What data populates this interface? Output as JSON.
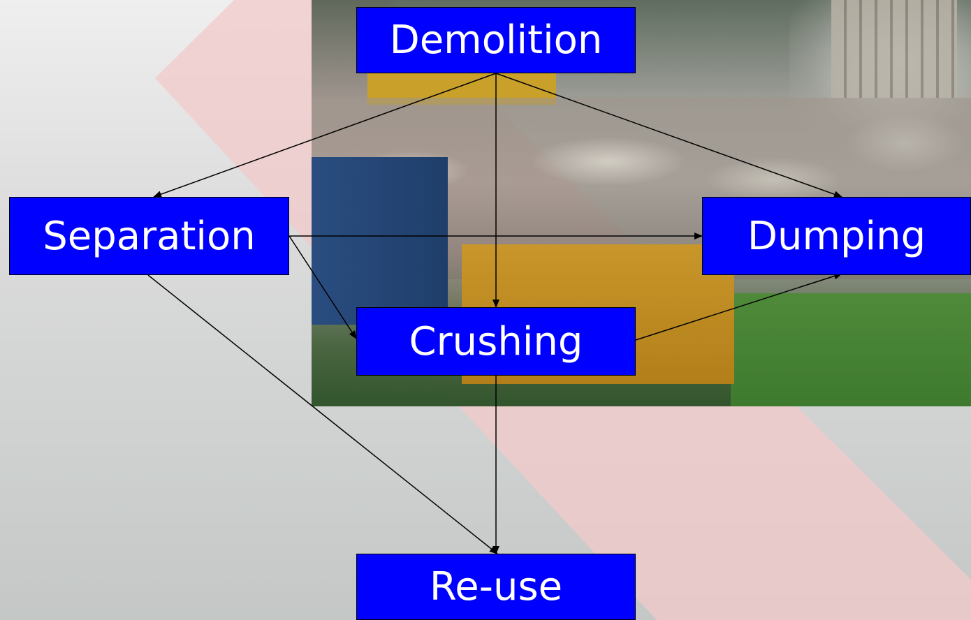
{
  "nodes": {
    "demolition": "Demolition",
    "separation": "Separation",
    "dumping": "Dumping",
    "crushing": "Crushing",
    "reuse": "Re-use"
  },
  "edges": [
    {
      "from": "Demolition",
      "to": "Separation"
    },
    {
      "from": "Demolition",
      "to": "Crushing"
    },
    {
      "from": "Demolition",
      "to": "Dumping"
    },
    {
      "from": "Separation",
      "to": "Dumping"
    },
    {
      "from": "Separation",
      "to": "Crushing"
    },
    {
      "from": "Separation",
      "to": "Re-use"
    },
    {
      "from": "Crushing",
      "to": "Dumping"
    },
    {
      "from": "Crushing",
      "to": "Re-use"
    }
  ],
  "colors": {
    "node_fill": "#0000ff",
    "node_text": "#ffffff",
    "arrow": "#000000",
    "background_shape": "#f3c9cb"
  }
}
